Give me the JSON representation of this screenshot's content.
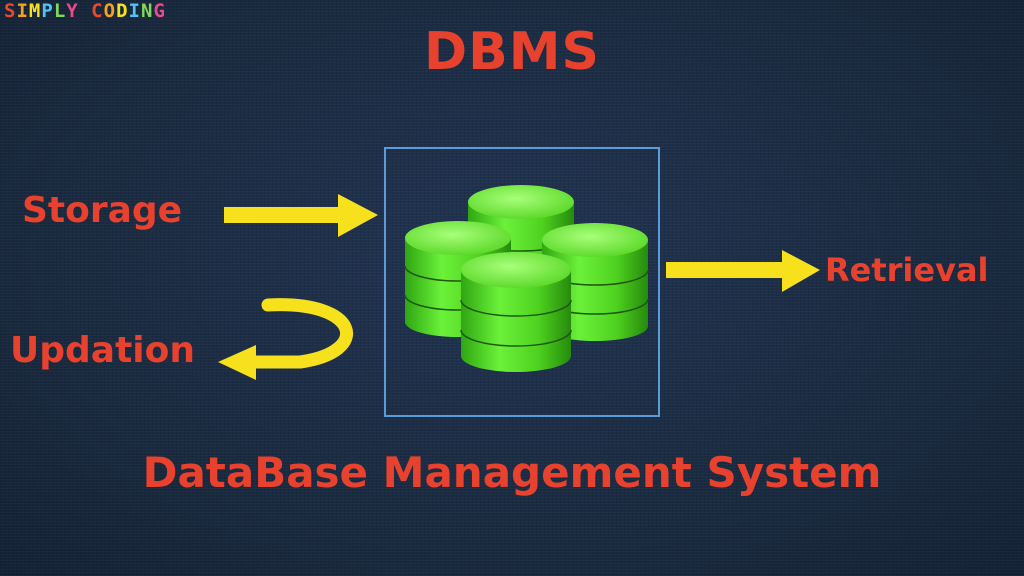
{
  "logo": {
    "text": "SIMPLY CODING"
  },
  "title": "DBMS",
  "labels": {
    "storage": "Storage",
    "updation": "Updation",
    "retrieval": "Retrieval"
  },
  "subtitle": "DataBase Management System",
  "colors": {
    "text_accent": "#e8422e",
    "arrow": "#f7e01c",
    "database": "#5ee82a",
    "frame": "#5a9bd8",
    "background": "#1b2c44"
  },
  "icons": [
    "database-cylinders-icon",
    "arrow-right-icon",
    "curved-return-arrow-icon"
  ]
}
